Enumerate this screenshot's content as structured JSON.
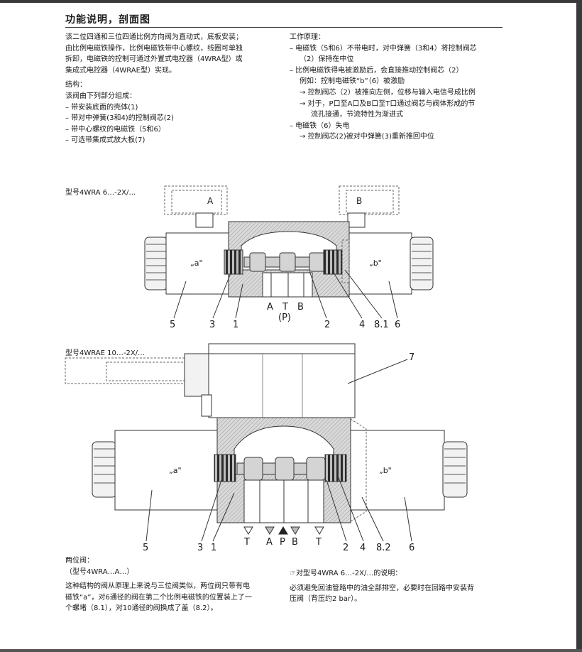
{
  "title": "功能说明，剖面图",
  "intro": [
    "该二位四通和三位四通比例方向阀为直动式，底板安装；",
    "由比例电磁铁操作，比例电磁铁带中心螺纹，线圈可单独",
    "拆卸，电磁铁的控制可通过外置式电控器（4WRA型）或",
    "集成式电控器（4WRAE型）实现。"
  ],
  "structure": {
    "heading": "结构：",
    "lead": "该阀由下列部分组成：",
    "items": [
      "– 带安装底面的壳体(1)",
      "– 带对中弹簧(3和4)的控制阀芯(2)",
      "– 带中心螺纹的电磁铁（5和6）",
      "– 可选带集成式放大板(7)"
    ]
  },
  "principle": {
    "heading": "工作原理：",
    "lines": [
      {
        "text": "– 电磁铁（5和6）不带电时，对中弹簧（3和4）将控制阀芯",
        "ind": 0
      },
      {
        "text": "（2）保持在中位",
        "ind": 1
      },
      {
        "text": "– 比例电磁铁得电被激励后，会直接推动控制阀芯（2）",
        "ind": 0
      },
      {
        "text": "例如：控制电磁铁“b”（6）被激励",
        "ind": 1
      },
      {
        "text": "→ 控制阀芯（2）被推向左侧，位移与输入电信号成比例",
        "ind": 2
      },
      {
        "text": "→ 对于，P口至A口及B口至T口通过阀芯与阀体形成的节",
        "ind": 2
      },
      {
        "text": "流孔接通，节流特性为渐进式",
        "ind": 3
      },
      {
        "text": "– 电磁铁（6）失电",
        "ind": 0
      },
      {
        "text": "→ 控制阀芯(2)被对中弹簧(3)重新推回中位",
        "ind": 2
      }
    ]
  },
  "figure1": {
    "label": "型号4WRA 6…-2X/…",
    "solenoid_a": "A",
    "solenoid_b": "B",
    "marker_a": "„a\"",
    "marker_b": "„b\"",
    "ports": [
      "A",
      "T",
      "B"
    ],
    "port_p": "(P)",
    "callouts": [
      "5",
      "3",
      "1",
      "2",
      "4",
      "8.1",
      "6"
    ]
  },
  "figure2": {
    "label": "型号4WRAE 10…-2X/…",
    "marker_a": "„a\"",
    "marker_b": "„b\"",
    "ports": [
      "T",
      "A",
      "P",
      "B",
      "T"
    ],
    "callouts": [
      "5",
      "3",
      "1",
      "2",
      "4",
      "8.2",
      "6",
      "7"
    ]
  },
  "two_position": {
    "heading": "两位阀：",
    "model": "（型号4WRA…A…）",
    "lines": [
      "这种结构的阀从原理上来说与三位阀类似，两位阀只带有电",
      "磁铁“a”，对6通径的阀在第二个比例电磁铁的位置装上了一",
      "个螺堵（8.1），对10通径的阀换成了盖（8.2）。"
    ]
  },
  "note": {
    "icon": "☞",
    "heading": "对型号4WRA 6…-2X/…的说明：",
    "lines": [
      "必须避免回油管路中的油全部排空，必要时在回路中安装背",
      "压阀（背压约2 bar）。"
    ]
  }
}
